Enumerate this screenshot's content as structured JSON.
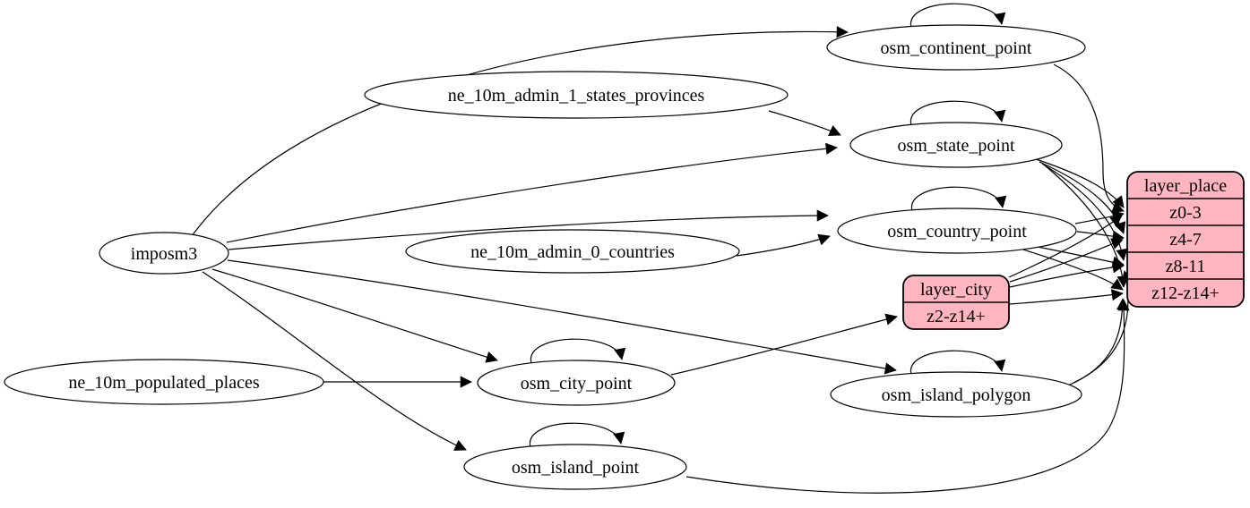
{
  "diagram": {
    "type": "etl-graph",
    "colors": {
      "background": "#ffffff",
      "ellipse_fill": "#ffffff",
      "record_fill": "#ffb6c1",
      "stroke": "#000000"
    },
    "nodes": {
      "imposm3": {
        "label": "imposm3",
        "shape": "ellipse"
      },
      "ne_10m_admin_1_states_provinces": {
        "label": "ne_10m_admin_1_states_provinces",
        "shape": "ellipse"
      },
      "ne_10m_admin_0_countries": {
        "label": "ne_10m_admin_0_countries",
        "shape": "ellipse"
      },
      "ne_10m_populated_places": {
        "label": "ne_10m_populated_places",
        "shape": "ellipse"
      },
      "osm_continent_point": {
        "label": "osm_continent_point",
        "shape": "ellipse"
      },
      "osm_state_point": {
        "label": "osm_state_point",
        "shape": "ellipse"
      },
      "osm_country_point": {
        "label": "osm_country_point",
        "shape": "ellipse"
      },
      "osm_city_point": {
        "label": "osm_city_point",
        "shape": "ellipse"
      },
      "osm_island_polygon": {
        "label": "osm_island_polygon",
        "shape": "ellipse"
      },
      "osm_island_point": {
        "label": "osm_island_point",
        "shape": "ellipse"
      },
      "layer_city": {
        "label": "layer_city",
        "shape": "record",
        "rows": [
          "z2-z14+"
        ]
      },
      "layer_place": {
        "label": "layer_place",
        "shape": "record",
        "rows": [
          "z0-3",
          "z4-7",
          "z8-11",
          "z12-z14+"
        ]
      }
    },
    "edges": [
      {
        "from": "imposm3",
        "to": "osm_continent_point"
      },
      {
        "from": "imposm3",
        "to": "osm_state_point"
      },
      {
        "from": "imposm3",
        "to": "osm_country_point"
      },
      {
        "from": "imposm3",
        "to": "osm_city_point"
      },
      {
        "from": "imposm3",
        "to": "osm_island_polygon"
      },
      {
        "from": "imposm3",
        "to": "osm_island_point"
      },
      {
        "from": "ne_10m_admin_1_states_provinces",
        "to": "osm_state_point"
      },
      {
        "from": "ne_10m_admin_0_countries",
        "to": "osm_country_point"
      },
      {
        "from": "ne_10m_populated_places",
        "to": "osm_city_point"
      },
      {
        "from": "osm_continent_point",
        "to": "osm_continent_point"
      },
      {
        "from": "osm_state_point",
        "to": "osm_state_point"
      },
      {
        "from": "osm_country_point",
        "to": "osm_country_point"
      },
      {
        "from": "osm_city_point",
        "to": "osm_city_point"
      },
      {
        "from": "osm_island_polygon",
        "to": "osm_island_polygon"
      },
      {
        "from": "osm_island_point",
        "to": "osm_island_point"
      },
      {
        "from": "osm_continent_point",
        "to": "layer_place",
        "port": "z0-3"
      },
      {
        "from": "osm_state_point",
        "to": "layer_place",
        "port": "z0-3"
      },
      {
        "from": "osm_state_point",
        "to": "layer_place",
        "port": "z4-7"
      },
      {
        "from": "osm_state_point",
        "to": "layer_place",
        "port": "z8-11"
      },
      {
        "from": "osm_state_point",
        "to": "layer_place",
        "port": "z12-z14+"
      },
      {
        "from": "osm_country_point",
        "to": "layer_place",
        "port": "z0-3"
      },
      {
        "from": "osm_country_point",
        "to": "layer_place",
        "port": "z4-7"
      },
      {
        "from": "osm_country_point",
        "to": "layer_place",
        "port": "z8-11"
      },
      {
        "from": "osm_country_point",
        "to": "layer_place",
        "port": "z12-z14+"
      },
      {
        "from": "osm_city_point",
        "to": "layer_city",
        "port": "z2-z14+"
      },
      {
        "from": "layer_city",
        "to": "layer_place",
        "port": "z0-3"
      },
      {
        "from": "layer_city",
        "to": "layer_place",
        "port": "z4-7"
      },
      {
        "from": "layer_city",
        "to": "layer_place",
        "port": "z8-11"
      },
      {
        "from": "layer_city",
        "to": "layer_place",
        "port": "z12-z14+"
      },
      {
        "from": "osm_island_polygon",
        "to": "layer_place",
        "port": "z8-11"
      },
      {
        "from": "osm_island_polygon",
        "to": "layer_place",
        "port": "z12-z14+"
      },
      {
        "from": "osm_island_point",
        "to": "layer_place",
        "port": "z12-z14+"
      }
    ]
  }
}
